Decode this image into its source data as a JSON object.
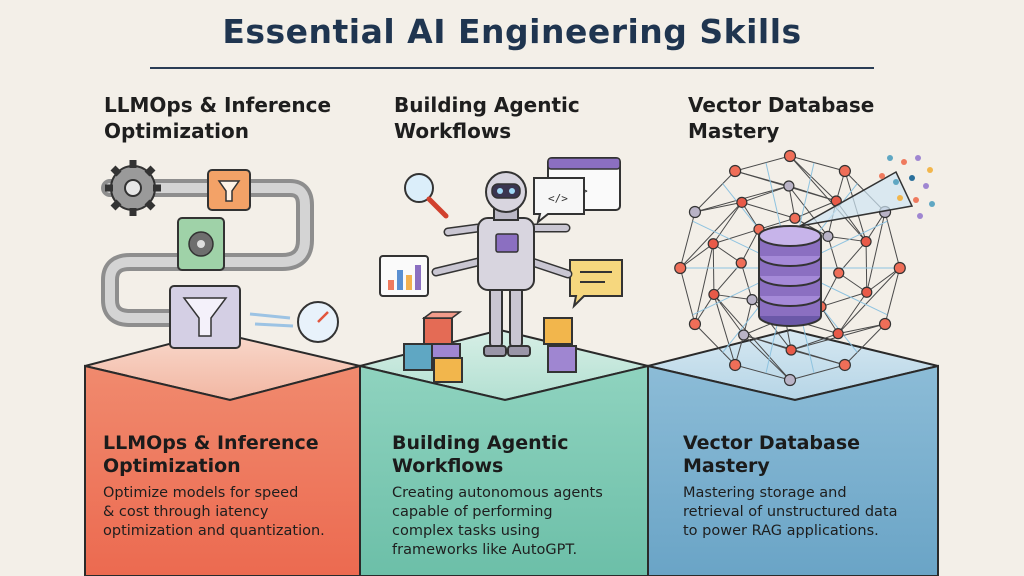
{
  "title": "Essential AI Engineering Skills",
  "columns": [
    {
      "heading_line1": "LLMOps & Inference",
      "heading_line2": "Optimization",
      "card_title_line1": "LLMOps & Inference",
      "card_title_line2": "Optimization",
      "desc_line1": "Optimize models for speed",
      "desc_line2": "& cost through iatency",
      "desc_line3": "optimization and quantization.",
      "color": "#ef7a5e"
    },
    {
      "heading_line1": "Building Agentic",
      "heading_line2": "Workflows",
      "card_title_line1": "Building Agentic",
      "card_title_line2": "Workflows",
      "desc_line1": "Creating autonomous agents",
      "desc_line2": "capable of performing",
      "desc_line3": "complex tasks using",
      "desc_line4": "frameworks like AutoGPT.",
      "color": "#7fcab6"
    },
    {
      "heading_line1": "Vector Database",
      "heading_line2": "Mastery",
      "card_title_line1": "Vector Database",
      "card_title_line2": "Mastery",
      "desc_line1": "Mastering storage and",
      "desc_line2": "retrieval of unstructured data",
      "desc_line3": "to power RAG applications.",
      "color": "#7db2cf"
    }
  ],
  "icons": {
    "col1": [
      "gear-icon",
      "funnel-icon",
      "gpu-chip-icon",
      "speed-gauge-icon"
    ],
    "col2": [
      "robot-icon",
      "magnifier-icon",
      "code-window-icon",
      "bar-chart-icon",
      "chat-bubble-icon",
      "cube-icon"
    ],
    "col3": [
      "network-graph-icon",
      "database-icon",
      "data-points-icon"
    ]
  }
}
